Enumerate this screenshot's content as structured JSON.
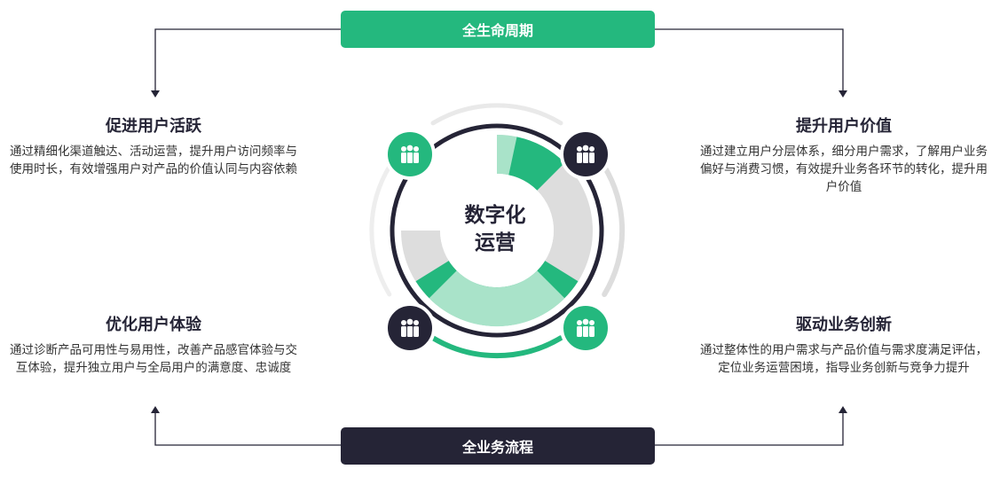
{
  "top_banner": {
    "label": "全生命周期"
  },
  "bottom_banner": {
    "label": "全业务流程"
  },
  "center": {
    "line1": "数字化",
    "line2": "运营"
  },
  "cards": {
    "top_left": {
      "title": "促进用户活跃",
      "description": "通过精细化渠道触达、活动运营，提升用户访问频率与使用时长，有效增强用户对产品的价值认同与内容依赖"
    },
    "top_right": {
      "title": "提升用户价值",
      "description": "通过建立用户分层体系，细分用户需求，了解用户业务偏好与消费习惯，有效提升业务各环节的转化，提升用户价值"
    },
    "bottom_left": {
      "title": "优化用户体验",
      "description": "通过诊断产品可用性与易用性，改善产品感官体验与交互体验，提升独立用户与全局用户的满意度、忠诚度"
    },
    "bottom_right": {
      "title": "驱动业务创新",
      "description": "通过整体性的用户需求与产品价值与需求度满足评估，定位业务运营困境，指导业务创新与竞争力提升"
    }
  },
  "icons": {
    "top_left": "users-icon",
    "top_right": "users-icon",
    "bottom_left": "users-icon",
    "bottom_right": "users-icon"
  },
  "colors": {
    "green": "#24b87e",
    "light_green": "#a9e3c9",
    "dark": "#252436",
    "grey": "#dddddd"
  }
}
